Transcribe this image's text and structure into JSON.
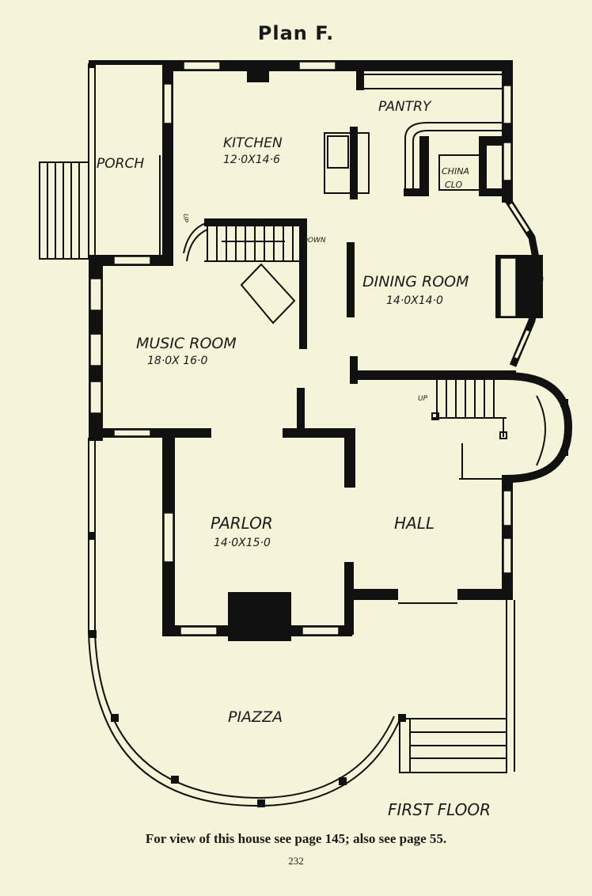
{
  "title": "Plan F.",
  "rooms": {
    "pantry": "PANTRY",
    "china": "CHINA",
    "closet": "CLO",
    "kitchen": "KITCHEN",
    "kitchen_size": "12·0X14·6",
    "porch": "PORCH",
    "music": "MUSIC ROOM",
    "music_size": "18·0X 16·0",
    "dining": "DINING ROOM",
    "dining_size": "14·0X14·0",
    "parlor": "PARLOR",
    "parlor_size": "14·0X15·0",
    "hall": "HALL",
    "piazza": "PIAZZA",
    "floor": "FIRST FLOOR",
    "up": "UP",
    "up2": "UP",
    "down": "DOWN"
  },
  "caption": "For view of this house see page 145; also see page 55.",
  "page_number": "232"
}
